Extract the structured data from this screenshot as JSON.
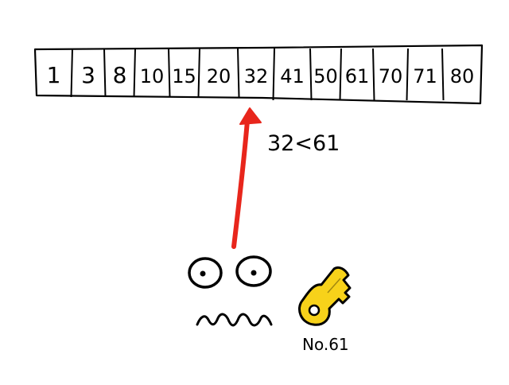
{
  "array": {
    "values": [
      "1",
      "3",
      "8",
      "10",
      "15",
      "20",
      "32",
      "41",
      "50",
      "61",
      "70",
      "71",
      "80"
    ],
    "highlight_index": 6
  },
  "comparison": {
    "text": "32<61"
  },
  "key": {
    "label": "No.61"
  },
  "colors": {
    "ink": "#000000",
    "arrow": "#e8261c",
    "key_fill": "#f7d21a",
    "background": "#ffffff"
  },
  "icons": {
    "key": "key-icon",
    "face": "worried-face-icon",
    "arrow": "arrow-up-icon"
  }
}
